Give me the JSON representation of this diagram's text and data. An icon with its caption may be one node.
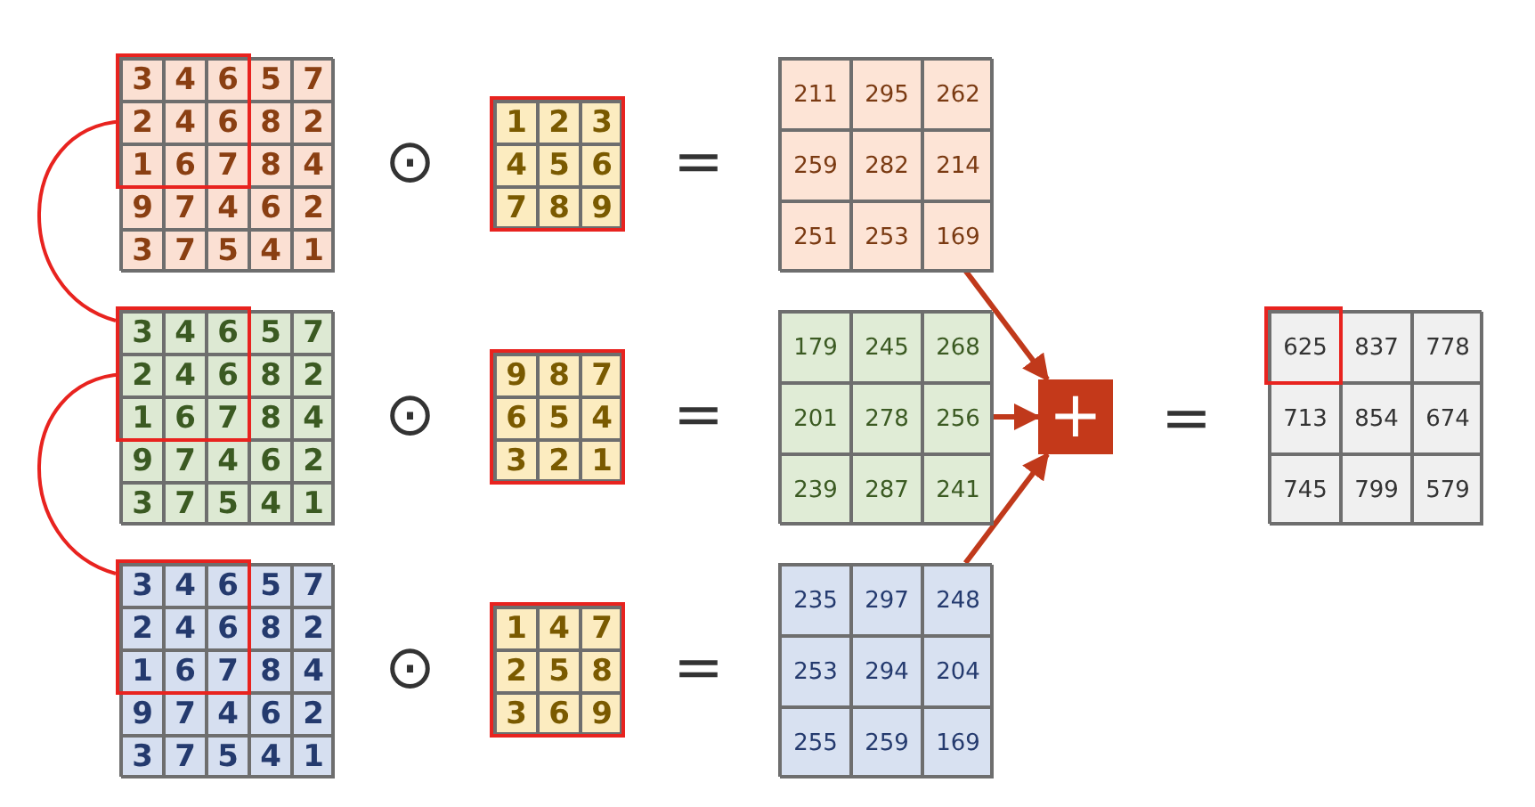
{
  "diagram": {
    "nodes": [
      {
        "text": [
          "3",
          "4",
          "6",
          "5",
          "7",
          "2",
          "4",
          "6",
          "8",
          "2",
          "1",
          "6",
          "7",
          "8",
          "4",
          "9",
          "7",
          "4",
          "6",
          "2",
          "3",
          "7",
          "5",
          "4",
          "1"
        ]
      },
      {
        "text": [
          "1",
          "2",
          "3",
          "4",
          "5",
          "6",
          "7",
          "8",
          "9"
        ]
      },
      {
        "text": [
          "211",
          "295",
          "262",
          "259",
          "282",
          "214",
          "251",
          "253",
          "169"
        ]
      },
      {
        "text": [
          "3",
          "4",
          "6",
          "5",
          "7",
          "2",
          "4",
          "6",
          "8",
          "2",
          "1",
          "6",
          "7",
          "8",
          "4",
          "9",
          "7",
          "4",
          "6",
          "2",
          "3",
          "7",
          "5",
          "4",
          "1"
        ]
      },
      {
        "text": [
          "9",
          "8",
          "7",
          "6",
          "5",
          "4",
          "3",
          "2",
          "1"
        ]
      },
      {
        "text": [
          "179",
          "245",
          "268",
          "201",
          "278",
          "256",
          "239",
          "287",
          "241"
        ]
      },
      {
        "text": [
          "+"
        ]
      },
      {
        "text": [
          "625",
          "837",
          "778",
          "713",
          "854",
          "674",
          "745",
          "799",
          "579"
        ]
      },
      {
        "text": [
          "3",
          "4",
          "6",
          "5",
          "7",
          "2",
          "4",
          "6",
          "8",
          "2",
          "1",
          "6",
          "7",
          "8",
          "4",
          "9",
          "7",
          "4",
          "6",
          "2",
          "3",
          "7",
          "5",
          "4",
          "1"
        ]
      },
      {
        "text": [
          "1",
          "4",
          "7",
          "2",
          "5",
          "8",
          "3",
          "6",
          "9"
        ]
      },
      {
        "text": [
          "235",
          "297",
          "248",
          "253",
          "294",
          "204",
          "255",
          "259",
          "169"
        ]
      }
    ],
    "edges": [
      {
        "from": 2,
        "to": 6,
        "arrow": "to"
      },
      {
        "from": 5,
        "to": 6,
        "arrow": "to"
      },
      {
        "from": 10,
        "to": 6,
        "arrow": "to"
      },
      {
        "from": 0,
        "to": 3,
        "arrow": "none",
        "color": "#e8231f"
      },
      {
        "from": 3,
        "to": 8,
        "arrow": "none",
        "color": "#e8231f"
      }
    ],
    "labels": [
      "⊙",
      "=",
      "⊙",
      "=",
      "=",
      "⊙",
      "="
    ]
  }
}
